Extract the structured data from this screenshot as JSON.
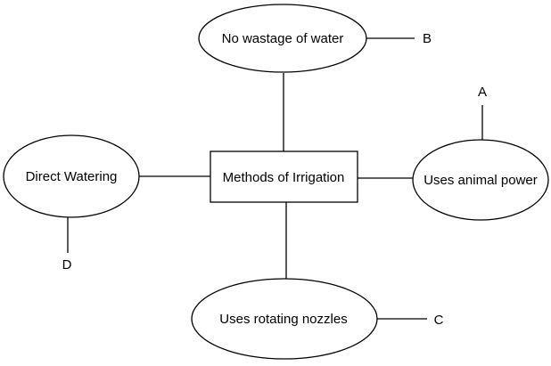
{
  "center": {
    "label": "Methods of Irrigation"
  },
  "nodes": {
    "top": {
      "label": "No wastage of water",
      "marker": "B"
    },
    "right": {
      "label": "Uses animal power",
      "marker": "A"
    },
    "bottom": {
      "label": "Uses rotating nozzles",
      "marker": "C"
    },
    "left": {
      "label": "Direct Watering",
      "marker": "D"
    }
  }
}
